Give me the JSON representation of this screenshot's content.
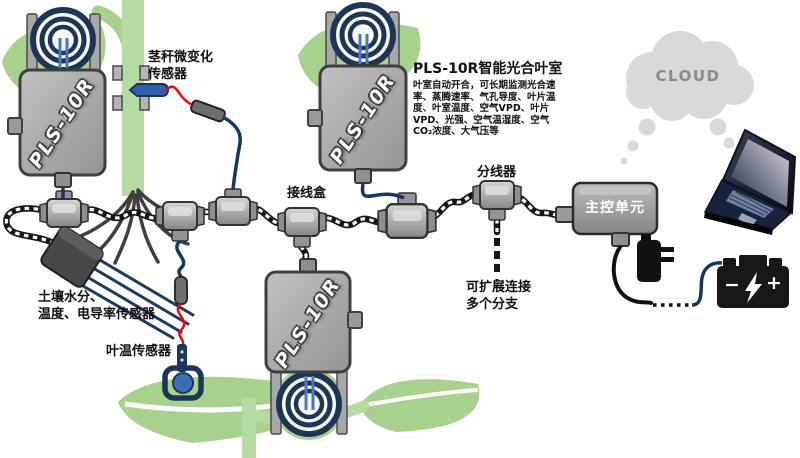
{
  "title": "PLS-10R智能光合叶室",
  "description": "叶室自动开合，可长期监测光合速\n率、蒸腾速率、气孔导度、叶片温\n度、叶室温度、空气VPD、叶片\nVPD、光强、空气温湿度、空气\nCO₂浓度、大气压等",
  "device_label": "PLS-10R",
  "labels": {
    "stem_sensor": "茎秆微变化\n传感器",
    "junction_box": "接线盒",
    "splitter": "分线器",
    "main_control_unit": "主控单元",
    "expandable": "可扩展连接\n多个分支",
    "soil_sensor": "土壤水分、\n温度、电导率传感器",
    "leaf_temp_sensor": "叶温传感器",
    "cloud": "CLOUD"
  },
  "battery": {
    "minus_symbol": "−",
    "plus_symbol": "+"
  },
  "colors": {
    "plant_green": "#a9d18e",
    "stem_green": "#b5dba2",
    "device_gray": "#a6a6a6",
    "cable_navy": "#17375e",
    "cable_red": "#ff0000",
    "cloud_gray": "#d9d9d9",
    "cloud_text": "#8a8a8a",
    "ink_black": "#161616"
  }
}
